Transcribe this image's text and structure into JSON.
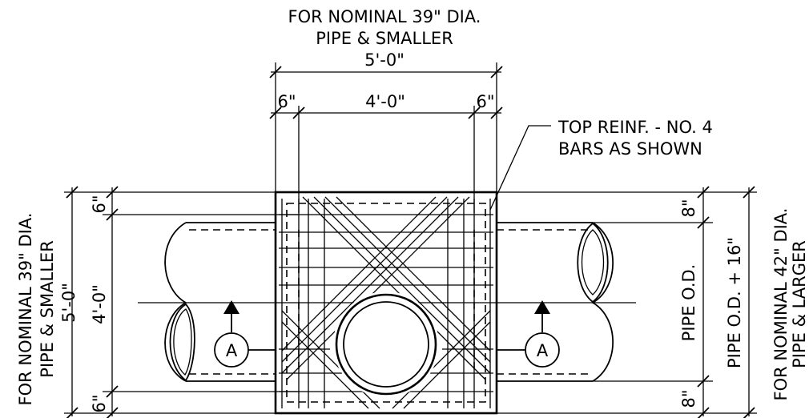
{
  "top_note": {
    "line1": "FOR NOMINAL 39\" DIA.",
    "line2": "PIPE & SMALLER",
    "line3": "5'-0\""
  },
  "top_dims": {
    "left_edge": "6\"",
    "center": "4'-0\"",
    "right_edge": "6\""
  },
  "reinf_callout": {
    "line1": "TOP REINF. - NO. 4",
    "line2": "BARS AS SHOWN"
  },
  "left_note": {
    "line1": "FOR NOMINAL 39\" DIA.",
    "line2": "PIPE & SMALLER",
    "line3": "5'-0\""
  },
  "left_dims": {
    "top_edge": "6\"",
    "center": "4'-0\"",
    "bottom_edge": "6\""
  },
  "right_dims": {
    "top_edge": "8\"",
    "pipe_od": "PIPE O.D.",
    "pipe_od_plus": "PIPE O.D. + 16\"",
    "bottom_edge": "8\""
  },
  "right_note": {
    "line1": "FOR NOMINAL 42\" DIA.",
    "line2": "PIPE & LARGER"
  },
  "section_marks": {
    "left": "A",
    "right": "A"
  }
}
